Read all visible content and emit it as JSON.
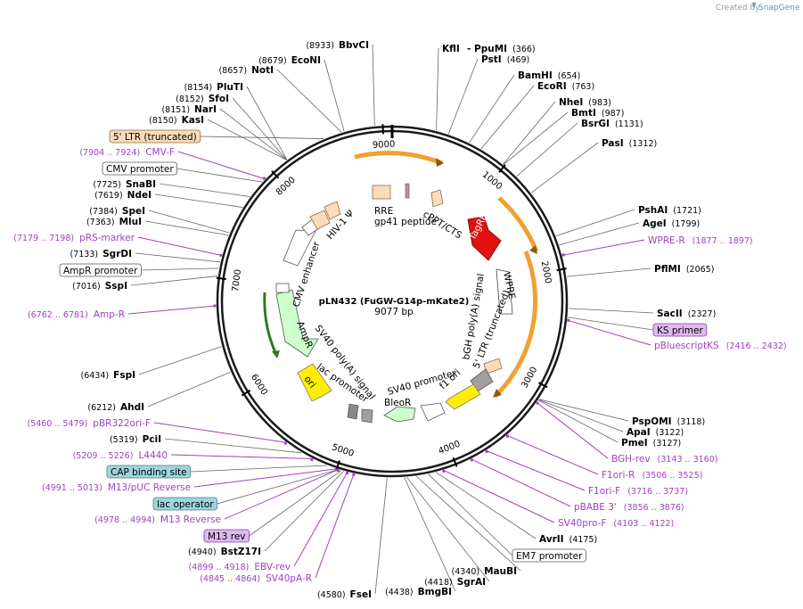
{
  "watermark": {
    "prefix": "Created by",
    "brand": "SnapGene"
  },
  "plasmid": {
    "name": "pLN432 (FuGW-G14p-mKate2)",
    "length": "9077 bp",
    "length_bp": 9077
  },
  "ticks": [
    "1000",
    "2000",
    "3000",
    "4000",
    "5000",
    "6000",
    "7000",
    "8000",
    "9000"
  ],
  "sites": [
    {
      "name": "BbvCI",
      "pos": "(8933)",
      "bp": 8933
    },
    {
      "name": "EcoNI",
      "pos": "(8679)",
      "bp": 8679
    },
    {
      "name": "NotI",
      "pos": "(8657)",
      "bp": 8657
    },
    {
      "name": "PluTI",
      "pos": "(8154)",
      "bp": 8154
    },
    {
      "name": "SfoI",
      "pos": "(8152)",
      "bp": 8152
    },
    {
      "name": "NarI",
      "pos": "(8151)",
      "bp": 8151
    },
    {
      "name": "KasI",
      "pos": "(8150)",
      "bp": 8150
    },
    {
      "name": "SnaBI",
      "pos": "(7725)",
      "bp": 7725
    },
    {
      "name": "NdeI",
      "pos": "(7619)",
      "bp": 7619
    },
    {
      "name": "SpeI",
      "pos": "(7384)",
      "bp": 7384
    },
    {
      "name": "MluI",
      "pos": "(7363)",
      "bp": 7363
    },
    {
      "name": "SgrDI",
      "pos": "(7133)",
      "bp": 7133
    },
    {
      "name": "SspI",
      "pos": "(7016)",
      "bp": 7016
    },
    {
      "name": "FspI",
      "pos": "(6434)",
      "bp": 6434
    },
    {
      "name": "AhdI",
      "pos": "(6212)",
      "bp": 6212
    },
    {
      "name": "PciI",
      "pos": "(5319)",
      "bp": 5319
    },
    {
      "name": "BstZ17I",
      "pos": "(4940)",
      "bp": 4940
    },
    {
      "name": "FseI",
      "pos": "(4580)",
      "bp": 4580
    },
    {
      "name": "BmgBI",
      "pos": "(4438)",
      "bp": 4438
    },
    {
      "name": "SgrAI",
      "pos": "(4418)",
      "bp": 4418
    },
    {
      "name": "MauBI",
      "pos": "(4340)",
      "bp": 4340
    },
    {
      "name": "AvrII",
      "pos": "(4175)",
      "bp": 4175
    },
    {
      "name": "PmeI",
      "pos": "(3127)",
      "bp": 3127
    },
    {
      "name": "ApaI",
      "pos": "(3122)",
      "bp": 3122
    },
    {
      "name": "PspOMI",
      "pos": "(3118)",
      "bp": 3118
    },
    {
      "name": "SacII",
      "pos": "(2327)",
      "bp": 2327
    },
    {
      "name": "PflMI",
      "pos": "(2065)",
      "bp": 2065
    },
    {
      "name": "AgeI",
      "pos": "(1799)",
      "bp": 1799
    },
    {
      "name": "PshAI",
      "pos": "(1721)",
      "bp": 1721
    },
    {
      "name": "PasI",
      "pos": "(1312)",
      "bp": 1312
    },
    {
      "name": "BsrGI",
      "pos": "(1131)",
      "bp": 1131
    },
    {
      "name": "BmtI",
      "pos": "(987)",
      "bp": 987
    },
    {
      "name": "NheI",
      "pos": "(983)",
      "bp": 983
    },
    {
      "name": "EcoRI",
      "pos": "(763)",
      "bp": 763
    },
    {
      "name": "BamHI",
      "pos": "(654)",
      "bp": 654
    },
    {
      "name": "PstI",
      "pos": "(469)",
      "bp": 469
    },
    {
      "name": "KflI",
      "pos": "",
      "bp": 366
    },
    {
      "name": "- PpuMI",
      "pos": "(366)",
      "bp": 366
    }
  ],
  "primers": [
    {
      "name": "CMV-F",
      "pos": "(7904 .. 7924)",
      "bp": 7914
    },
    {
      "name": "pRS-marker",
      "pos": "(7179 .. 7198)",
      "bp": 7188
    },
    {
      "name": "Amp-R",
      "pos": "(6762 .. 6781)",
      "bp": 6771
    },
    {
      "name": "pBR322ori-F",
      "pos": "(5460 .. 5479)",
      "bp": 5470
    },
    {
      "name": "L4440",
      "pos": "(5209 .. 5226)",
      "bp": 5217
    },
    {
      "name": "M13/pUC Reverse",
      "pos": "(4991 .. 5013)",
      "bp": 5002
    },
    {
      "name": "M13 Reverse",
      "pos": "(4978 .. 4994)",
      "bp": 4986
    },
    {
      "name": "EBV-rev",
      "pos": "(4899 .. 4918)",
      "bp": 4908
    },
    {
      "name": "SV40pA-R",
      "pos": "(4845 .. 4864)",
      "bp": 4854
    },
    {
      "name": "WPRE-R",
      "pos": "(1877 .. 1897)",
      "bp": 1887
    },
    {
      "name": "pBluescriptKS",
      "pos": "(2416 .. 2432)",
      "bp": 2424
    },
    {
      "name": "BGH-rev",
      "pos": "(3143 .. 3160)",
      "bp": 3151
    },
    {
      "name": "F1ori-R",
      "pos": "(3506 .. 3525)",
      "bp": 3515
    },
    {
      "name": "F1ori-F",
      "pos": "(3716 .. 3737)",
      "bp": 3726
    },
    {
      "name": "pBABE 3'",
      "pos": "(3856 .. 3876)",
      "bp": 3866
    },
    {
      "name": "SV40pro-F",
      "pos": "(4103 .. 4122)",
      "bp": 4112
    }
  ],
  "boxed_features": [
    {
      "name": "5' LTR (truncated)",
      "bg": "#fbdcb8",
      "border": "#8a6a4a",
      "bp": 8500
    },
    {
      "name": "CMV promoter",
      "bg": "#ffffff",
      "border": "#555555",
      "bp": 7880
    },
    {
      "name": "AmpR promoter",
      "bg": "#ffffff",
      "border": "#555555",
      "bp": 7080
    },
    {
      "name": "CAP binding site",
      "bg": "#9fd4dc",
      "border": "#4a7f88",
      "bp": 5085
    },
    {
      "name": "lac operator",
      "bg": "#9fd4dc",
      "border": "#4a7f88",
      "bp": 4985
    },
    {
      "name": "M13 rev",
      "bg": "#e0b8f0",
      "border": "#8040a0",
      "bp": 4960
    },
    {
      "name": "KS primer",
      "bg": "#e0b8f0",
      "border": "#8040a0",
      "bp": 2400
    },
    {
      "name": "EM7 promoter",
      "bg": "#ffffff",
      "border": "#555555",
      "bp": 4240
    }
  ],
  "inner_labels": {
    "rre": "RRE",
    "gp41": "gp41 peptide",
    "cppt": "cPPT/CTS",
    "tagrfp": "TagRFP",
    "wpre": "WPRE",
    "bgh": "bGH poly(A) signal",
    "ltr3": "5' LTR (truncated)",
    "f1ori": "f1 ori",
    "sv40p": "SV40 promoter",
    "bleor": "BleoR",
    "ori": "ori",
    "lacp": "lac promoter",
    "sv40pa": "SV40 poly(A) signal",
    "ampr": "AmpR",
    "cmve": "CMV enhancer",
    "hiv": "HIV-1 Ψ"
  },
  "colors": {
    "backbone": "#1a1a1a",
    "primer": "#a040c0",
    "orf_orange": "#f0a030",
    "tagrfp": "#e31010",
    "ori": "#ffee00",
    "ampr": "#ccffcc",
    "bleor": "#ccffcc",
    "ltr": "#fbdcb8",
    "grey": "#a0a0a0"
  }
}
